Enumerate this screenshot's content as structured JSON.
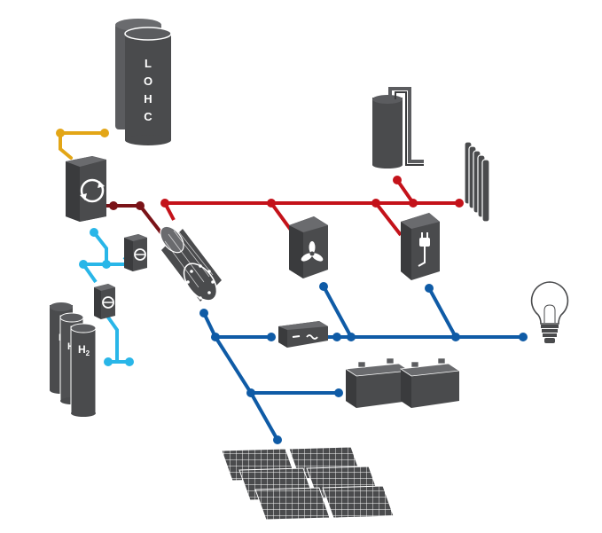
{
  "colors": {
    "device": "#4a4b4d",
    "device_light": "#5b5c5f",
    "outline": "#3a3b3d",
    "red": "#c4121a",
    "dark_red": "#7a1318",
    "yellow": "#e3a617",
    "light_blue": "#29b6e8",
    "blue": "#0f5ba6",
    "background": "#ffffff"
  },
  "labels": {
    "lohc_1": "L",
    "lohc_2": "O",
    "lohc_3": "H",
    "lohc_4": "C",
    "h2_front": "H",
    "h2_sub": "2",
    "h2_middle": "H",
    "h2_back": "H"
  },
  "icons": {
    "lohc_tank": "lohc-tank-icon",
    "reactor": "reactor-icon",
    "compressor": "compressor-icon",
    "h2_tanks": "hydrogen-tanks-icon",
    "fuel_cell": "fuel-cell-stack-icon",
    "heat_pump": "heat-pump-fan-icon",
    "charger": "ev-charger-icon",
    "boiler": "hot-water-tank-icon",
    "radiator": "radiator-icon",
    "inverter": "inverter-icon",
    "battery": "battery-icon",
    "solar": "solar-panel-icon",
    "bulb": "light-bulb-icon"
  }
}
